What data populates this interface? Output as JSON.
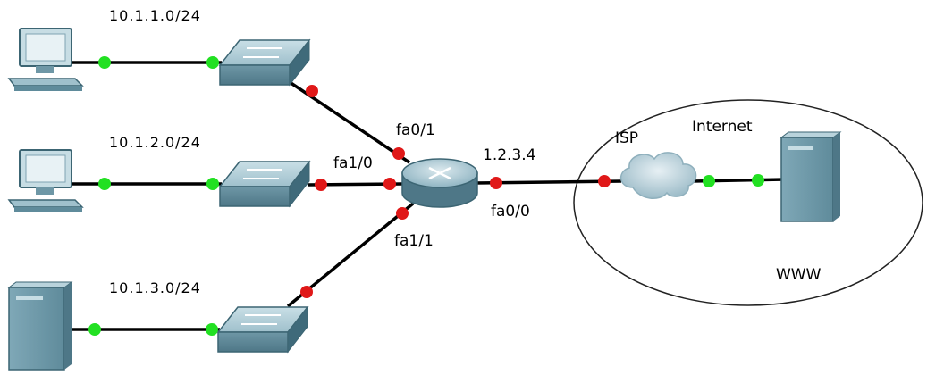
{
  "subnets": [
    "10.1.1.0/24",
    "10.1.2.0/24",
    "10.1.3.0/24"
  ],
  "interfaces": {
    "fa0_1": "fa0/1",
    "fa1_0": "fa1/0",
    "fa1_1": "fa1/1",
    "fa0_0": "fa0/0"
  },
  "router_ip": "1.2.3.4",
  "cloud": {
    "isp": "ISP",
    "internet": "Internet",
    "www": "WWW"
  },
  "link_state_colors": {
    "up": "#22e022",
    "down": "#e01818"
  },
  "devices": [
    {
      "kind": "pc",
      "icon": "desktop-pc-icon"
    },
    {
      "kind": "pc",
      "icon": "desktop-pc-icon"
    },
    {
      "kind": "server",
      "icon": "server-icon"
    },
    {
      "kind": "switch",
      "icon": "switch-icon"
    },
    {
      "kind": "switch",
      "icon": "switch-icon"
    },
    {
      "kind": "switch",
      "icon": "switch-icon"
    },
    {
      "kind": "router",
      "icon": "router-icon"
    },
    {
      "kind": "cloud",
      "icon": "cloud-icon"
    },
    {
      "kind": "server",
      "icon": "server-icon"
    }
  ]
}
